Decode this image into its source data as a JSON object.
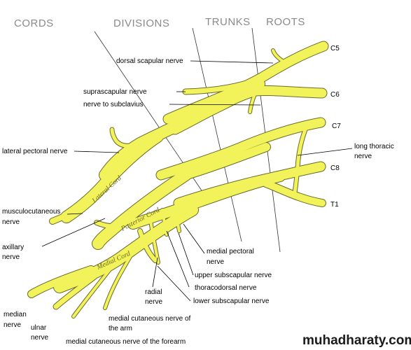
{
  "headers": {
    "cords": "CORDS",
    "divisions": "DIVISIONS",
    "trunks": "TRUNKS",
    "roots": "ROOTS"
  },
  "roots": {
    "c5": "C5",
    "c6": "C6",
    "c7": "C7",
    "c8": "C8",
    "t1": "T1"
  },
  "labels": {
    "dorsal_scapular": "dorsal scapular nerve",
    "suprascapular": "suprascapular nerve",
    "nerve_to_subclavius": "nerve to subclavius",
    "lateral_pectoral": "lateral pectoral nerve",
    "long_thoracic_1": "long thoracic",
    "long_thoracic_2": "nerve",
    "musculocutaneous_1": "musculocutaneous",
    "musculocutaneous_2": "nerve",
    "axillary_1": "axillary",
    "axillary_2": "nerve",
    "medial_pectoral_1": "medial pectoral",
    "medial_pectoral_2": "nerve",
    "upper_subscapular": "upper subscapular nerve",
    "thoracodorsal": "thoracodorsal nerve",
    "lower_subscapular": "lower subscapular nerve",
    "radial_1": "radial",
    "radial_2": "nerve",
    "median_1": "median",
    "median_2": "nerve",
    "ulnar_1": "ulnar",
    "ulnar_2": "nerve",
    "med_cut_arm_1": "medial cutaneous nerve of",
    "med_cut_arm_2": "the arm",
    "med_cut_forearm": "medial cutaneous nerve of the forearm"
  },
  "cords": {
    "lateral": "Lateral  Cord",
    "posterior": "Posterior Cord",
    "medial": "Medial  Cord"
  },
  "watermark": "muhadharaty.com",
  "colors": {
    "nerve_fill": "#f2f25a",
    "nerve_outline": "#6b6b2a",
    "header_text": "#8a8a8a",
    "label_text": "#000000"
  }
}
